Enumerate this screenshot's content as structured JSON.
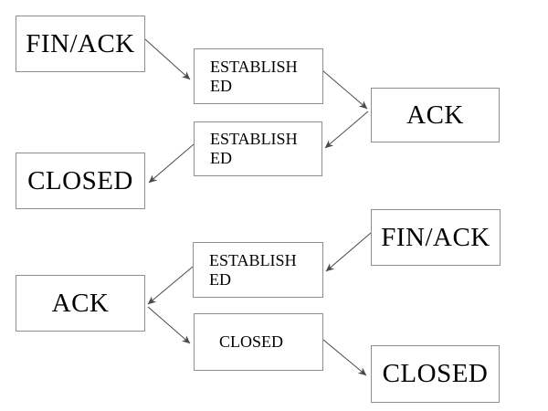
{
  "diagram": {
    "nodes": [
      {
        "id": "fin-ack-top-left",
        "label": "FIN/ACK"
      },
      {
        "id": "established-top",
        "label": "ESTABLISHED",
        "lines": [
          "ESTABLISH",
          "ED"
        ]
      },
      {
        "id": "ack-right",
        "label": "ACK"
      },
      {
        "id": "established-mid",
        "label": "ESTABLISHED",
        "lines": [
          "ESTABLISH",
          "ED"
        ]
      },
      {
        "id": "closed-left",
        "label": "CLOSED"
      },
      {
        "id": "fin-ack-bottom-right",
        "label": "FIN/ACK"
      },
      {
        "id": "established-bottom",
        "label": "ESTABLISHED",
        "lines": [
          "ESTABLISH",
          "ED"
        ]
      },
      {
        "id": "ack-left",
        "label": "ACK"
      },
      {
        "id": "closed-mid",
        "label": "CLOSED"
      },
      {
        "id": "closed-bottom-right",
        "label": "CLOSED"
      }
    ],
    "edges": [
      {
        "from": "fin-ack-top-left",
        "to": "established-top"
      },
      {
        "from": "established-top",
        "to": "ack-right"
      },
      {
        "from": "ack-right",
        "to": "established-mid"
      },
      {
        "from": "established-mid",
        "to": "closed-left"
      },
      {
        "from": "fin-ack-bottom-right",
        "to": "established-bottom"
      },
      {
        "from": "established-bottom",
        "to": "ack-left"
      },
      {
        "from": "ack-left",
        "to": "closed-mid"
      },
      {
        "from": "closed-mid",
        "to": "closed-bottom-right"
      }
    ],
    "colors": {
      "box_border": "#8f8f8f",
      "text": "#000000",
      "arrow": "#4a4a4a",
      "background": "#ffffff"
    }
  }
}
